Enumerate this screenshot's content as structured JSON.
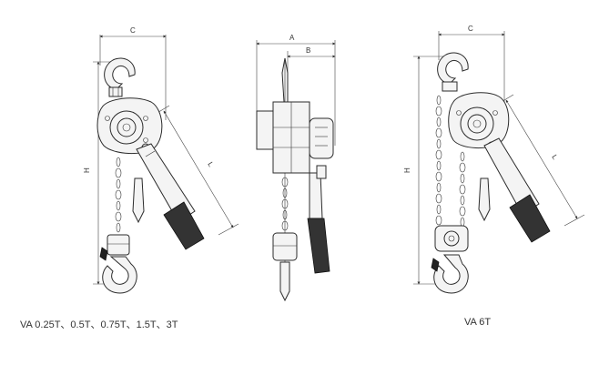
{
  "dimensions": {
    "left_c": "C",
    "left_h": "H",
    "left_l": "L",
    "mid_a": "A",
    "mid_b": "B",
    "right_c": "C",
    "right_h": "H",
    "right_l": "L"
  },
  "captions": {
    "left": "VA 0.25T、0.5T、0.75T、1.5T、3T",
    "right": "VA 6T"
  }
}
